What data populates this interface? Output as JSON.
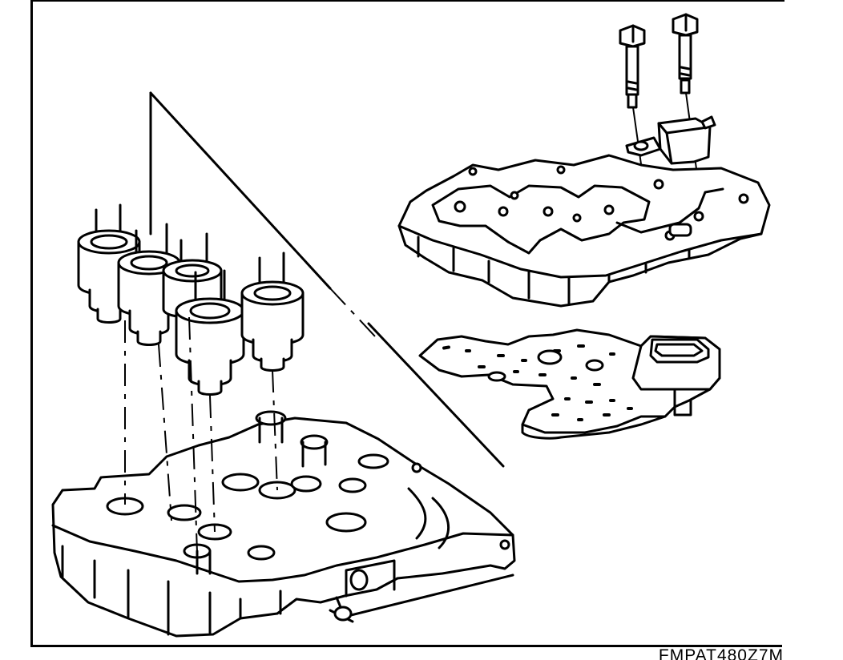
{
  "figure": {
    "code": "FMPAT480Z7M",
    "border_color": "#000000",
    "background": "#ffffff"
  },
  "components": [
    {
      "name": "solenoid-assembly",
      "count": 5
    },
    {
      "name": "control-valve-body"
    },
    {
      "name": "upper-valve-body-cover"
    },
    {
      "name": "solenoid-harness-plate"
    },
    {
      "name": "retaining-bolt",
      "count": 2
    },
    {
      "name": "clamp-bracket"
    }
  ]
}
